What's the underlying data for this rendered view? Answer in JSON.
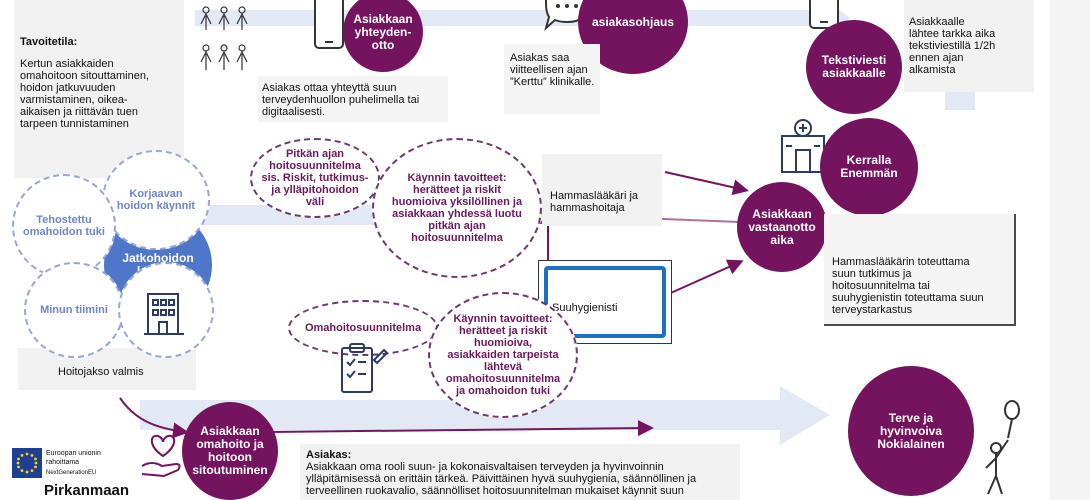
{
  "goal": {
    "heading": "Tavoitetila:",
    "text": "Kertun asiakkaiden\nomahoitoon sitouttaminen,\nhoidon jatkuvuuden\nvarmistaminen, oikea-\naikaisen ja riittävän tuen\ntarpeen tunnistaminen"
  },
  "contact": {
    "circle": "Asiakkaan\nyhteyden-\notto",
    "desc": "Asiakas ottaa yhteyttä suun\nterveydenhuollon puhelimella tai\ndigitaalisesti."
  },
  "guidance": {
    "circle": "asiakasohjaus",
    "desc": "Asiakas saa\nviitteellisen ajan\n”Kerttu” klinikalle."
  },
  "sms": {
    "circle": "Tekstiviesti\nasiakkaalle",
    "desc": "Asiakkaalle\nlähtee tarkka aika\ntekstiviestillä 1/2h\nennen ajan\nalkamista"
  },
  "once": {
    "circle": "Kerralla\nEnemmän"
  },
  "appointment": {
    "circle": "Asiakkaan\nvastaanotto\naika",
    "desc": "Hammaslääkärin toteuttama\nsuun tutkimus ja\nhoitosuunnitelma tai\nsuuhygienistin toteuttama suun\nterveystarkastus"
  },
  "plan_long": "Pitkän ajan\nhoitosuunnitelma\nsis. Riskit, tutkimus-\nja ylläpitohoidon\nväli",
  "visit_goal_1": "Käynnin tavoitteet:\nherätteet ja riskit\nhuomioiva yksilöllinen ja\nasiakkaan yhdessä luotu\npitkän ajan\nhoitosuunnitelma",
  "dentist": "Hammaslääkäri ja\nhammashoitaja",
  "hygienist": "Suuhygienisti",
  "selfcare_plan": "Omahoitosuunnitelma",
  "visit_goal_2": "Käynnin tavoitteet:\nherätteet ja riskit\nhuomioiva,\nasiakkaiden tarpeista\nlähtevä\nomahoitosuunnitelma\nja omahoidon tuki",
  "followup": {
    "center": "Jatkohoidon\nkäynnit",
    "c1": "Korjaavan\nhoidon käynnit",
    "c2": "Tehostettu\nomahoidon tuki",
    "c3": "Minun tiimini",
    "done": "Hoitojakso valmis"
  },
  "commitment": {
    "circle": "Asiakkaan\nomahoito ja\nhoitoon\nsitoutuminen",
    "heading": "Asiakas:",
    "text": "Asiakkaan oma rooli suun- ja kokonaisvaltaisen terveyden ja hyvinvoinnin\nylläpitämisessä on erittäin tärkeä. Päivittäinen hyvä suuhygienia, säännöllinen ja\nterveellinen ruokavalio, säännölliset hoitosuunnitelman mukaiset käynnit suun"
  },
  "healthy": "Terve ja\nhyvinvoiva\nNokialainen",
  "eu": {
    "line1": "Euroopan unionin",
    "line2": "rahoittama",
    "line3": "NextGenerationEU",
    "org": "Pirkanmaan"
  },
  "colors": {
    "purple": "#74145f",
    "blue": "#4f77c9",
    "lightblue": "#dfe6f6"
  }
}
